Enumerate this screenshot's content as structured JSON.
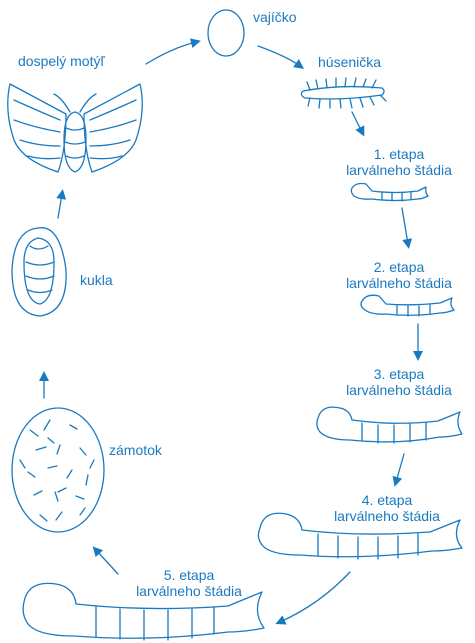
{
  "colors": {
    "accent": "#1a7ac1",
    "background": "#ffffff"
  },
  "stages": {
    "egg": {
      "label": "vajíčko"
    },
    "larva": {
      "label": "húsenička"
    },
    "instar1": {
      "line1": "1. etapa",
      "line2": "larválneho štádia"
    },
    "instar2": {
      "line1": "2. etapa",
      "line2": "larválneho štádia"
    },
    "instar3": {
      "line1": "3. etapa",
      "line2": "larválneho štádia"
    },
    "instar4": {
      "line1": "4. etapa",
      "line2": "larválneho štádia"
    },
    "instar5": {
      "line1": "5. etapa",
      "line2": "larválneho štádia"
    },
    "cocoon": {
      "label": "zámotok"
    },
    "pupa": {
      "label": "kukla"
    },
    "adult": {
      "label": "dospelý motýľ"
    }
  }
}
